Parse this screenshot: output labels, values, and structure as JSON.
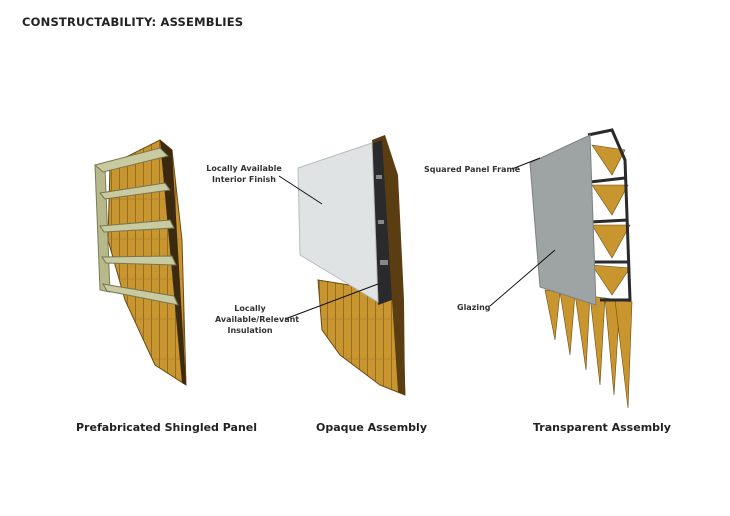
{
  "title": "CONSTRUCTABILITY: ASSEMBLIES",
  "annotations": {
    "interior_finish": "Locally Available Interior Finish",
    "insulation": "Locally Available/Relevant Insulation",
    "panel_frame": "Squared Panel Frame",
    "glazing": "Glazing"
  },
  "captions": {
    "panel1": "Prefabricated Shingled Panel",
    "panel2": "Opaque Assembly",
    "panel3": "Transparent Assembly"
  },
  "colors": {
    "wood": "#c8952f",
    "frame_green": "#b8b98a",
    "dark_frame": "#2a2a2c",
    "finish": "#dfe3e4",
    "glass": "#9ea4a3"
  }
}
